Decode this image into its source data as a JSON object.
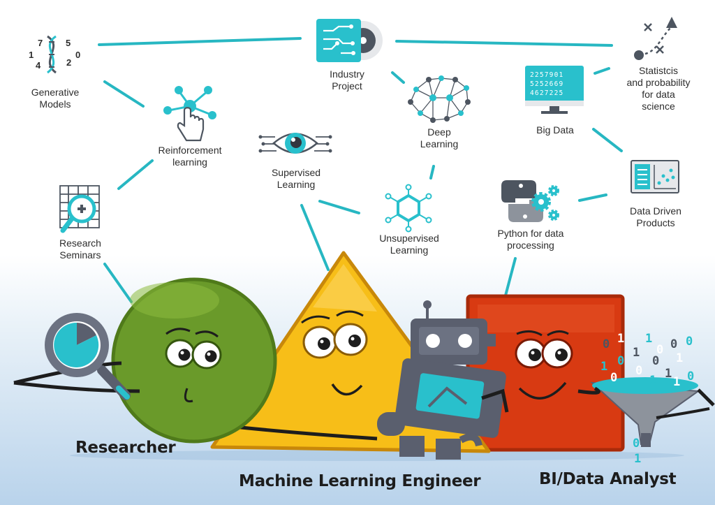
{
  "topics": {
    "generative_models": [
      "Generative",
      "Models"
    ],
    "industry_project": [
      "Industry",
      "Project"
    ],
    "statistics": [
      "Statistcis",
      "and probability",
      "for data",
      "science"
    ],
    "reinforcement_learning": [
      "Reinforcement",
      "learning"
    ],
    "deep_learning": [
      "Deep",
      "Learning"
    ],
    "big_data": [
      "Big Data"
    ],
    "supervised_learning": [
      "Supervised",
      "Learning"
    ],
    "research_seminars": [
      "Research",
      "Seminars"
    ],
    "unsupervised_learning": [
      "Unsupervised",
      "Learning"
    ],
    "python": [
      "Python for data",
      "processing"
    ],
    "data_driven_products": [
      "Data Driven",
      "Products"
    ]
  },
  "icon_text": {
    "dna_digits": [
      "7",
      "5",
      "1",
      "0",
      "4",
      "2"
    ],
    "big_data_screen": [
      "2257901",
      "5252669",
      "4627225"
    ],
    "binary_stream": [
      "0",
      "1",
      "1",
      "0",
      "0",
      "1",
      "0",
      "0",
      "0",
      "1",
      "1",
      "0",
      "1",
      "0",
      "0",
      "1",
      "1",
      "0",
      "1"
    ]
  },
  "roles": {
    "researcher": "Researcher",
    "ml_engineer": "Machine Learning Engineer",
    "bi_analyst": "BI/Data Analyst"
  },
  "colors": {
    "connector": "#27b7c2",
    "icon_accent": "#29c0cc",
    "icon_dark": "#4d5560",
    "circle": "#6a9a2a",
    "triangle": "#f7be18",
    "square": "#d83a12",
    "robot": "#5a5f6e"
  }
}
